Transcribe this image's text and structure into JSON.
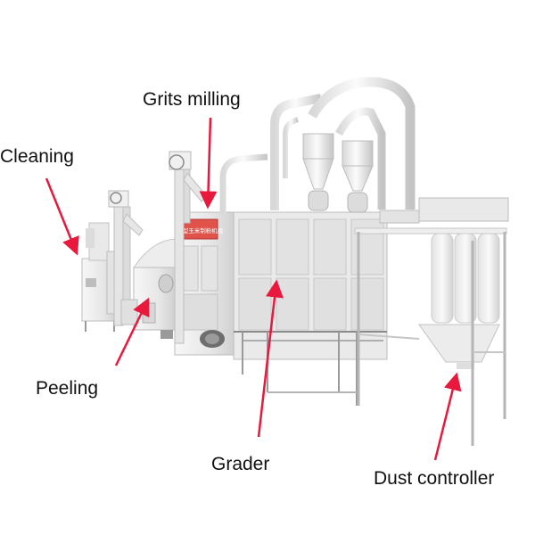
{
  "labels": {
    "cleaning": "Cleaning",
    "grits_milling": "Grits milling",
    "peeling": "Peeling",
    "grader": "Grader",
    "dust_controller": "Dust controller"
  },
  "machine_plate_text": "中小型玉米制粉机组",
  "colors": {
    "arrow": "#e8193c",
    "machine": "#ececec",
    "machine_shadow": "#c9c9c9",
    "frame": "#f4f4f4",
    "label_text": "#111111",
    "plate": "#e0524a"
  }
}
